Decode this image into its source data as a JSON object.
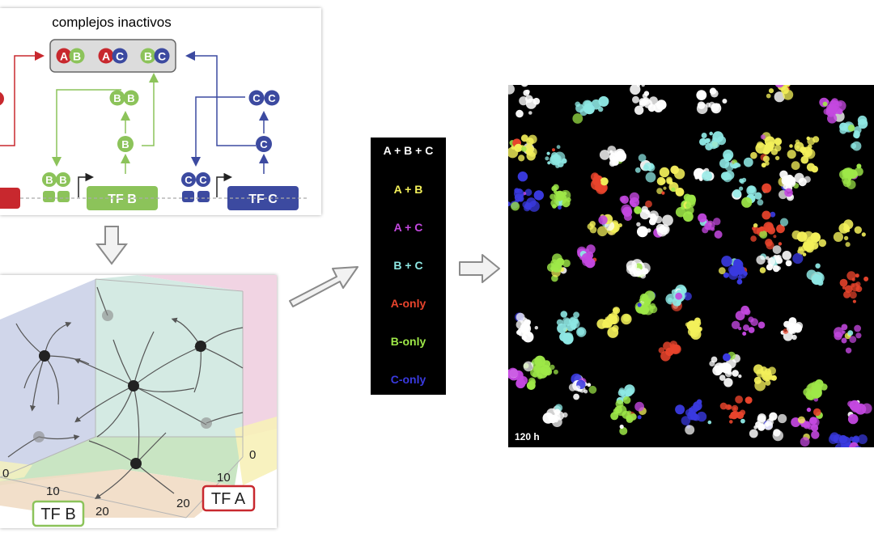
{
  "network": {
    "title": "complejos inactivos",
    "complexes": [
      {
        "left": "A",
        "right": "B"
      },
      {
        "left": "A",
        "right": "C"
      },
      {
        "left": "B",
        "right": "C"
      }
    ],
    "genes": [
      {
        "label": "TF B"
      },
      {
        "label": "TF C"
      }
    ],
    "monomers": {
      "b": "B",
      "c": "C"
    },
    "dimers": {
      "b": "BB",
      "c": "CC"
    }
  },
  "landscape": {
    "axis_b": {
      "label": "TF B",
      "ticks": [
        "10",
        "20"
      ]
    },
    "axis_a": {
      "label": "TF A",
      "ticks": [
        "0",
        "10",
        "20"
      ]
    },
    "left_tick": "0"
  },
  "legend": {
    "items": [
      {
        "label": "A + B + C",
        "color": "#ffffff"
      },
      {
        "label": "A + B",
        "color": "#f3f05a"
      },
      {
        "label": "A + C",
        "color": "#c448e0"
      },
      {
        "label": "B + C",
        "color": "#8ee8e4"
      },
      {
        "label": "A-only",
        "color": "#e8442c"
      },
      {
        "label": "B-only",
        "color": "#9ee848"
      },
      {
        "label": "C-only",
        "color": "#3a3ae0"
      }
    ]
  },
  "micrograph": {
    "timestamp": "120 h"
  },
  "colors": {
    "red": "#c8282e",
    "green": "#8cc35a",
    "blue": "#3c4aa0",
    "arrow_fill": "#f2f2f2",
    "arrow_stroke": "#8a8a8a"
  }
}
